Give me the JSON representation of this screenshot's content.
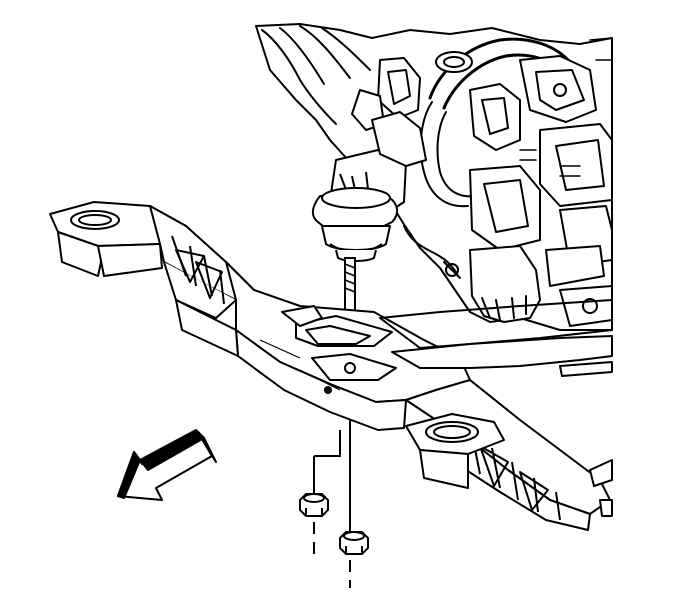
{
  "figure": {
    "background": "#ffffff",
    "line_color": "#000000",
    "fill_color": "#ffffff",
    "shade_color": "#d9d9d9"
  },
  "components": {
    "engine": "engine-assembly",
    "transmission_mount": "transmission-mount",
    "mount_stud": "mount-stud",
    "crossmember": "transmission-support-crossmember",
    "nut_left": "mount-nut",
    "nut_right": "mount-nut",
    "direction_arrow": "front-direction-arrow-icon"
  }
}
